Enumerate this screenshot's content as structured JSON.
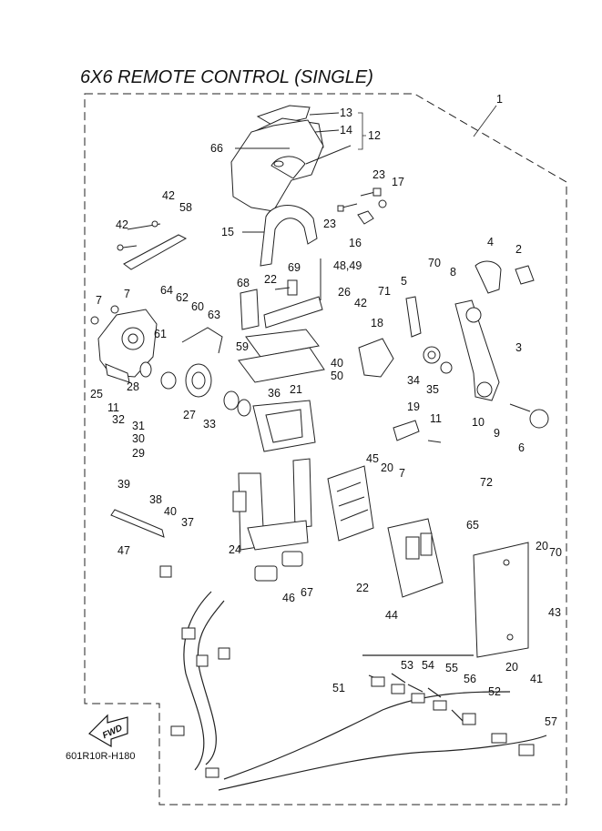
{
  "title": "6X6 REMOTE CONTROL (SINGLE)",
  "fwd_label": "FWD",
  "diagram_code": "601R10R-H180",
  "callouts": [
    {
      "id": "1",
      "label": "1"
    },
    {
      "id": "2",
      "label": "2"
    },
    {
      "id": "3",
      "label": "3"
    },
    {
      "id": "4",
      "label": "4"
    },
    {
      "id": "5",
      "label": "5"
    },
    {
      "id": "6",
      "label": "6"
    },
    {
      "id": "7a",
      "label": "7"
    },
    {
      "id": "7b",
      "label": "7"
    },
    {
      "id": "7c",
      "label": "7"
    },
    {
      "id": "8",
      "label": "8"
    },
    {
      "id": "9",
      "label": "9"
    },
    {
      "id": "10",
      "label": "10"
    },
    {
      "id": "11a",
      "label": "11"
    },
    {
      "id": "11b",
      "label": "11"
    },
    {
      "id": "12",
      "label": "12"
    },
    {
      "id": "13",
      "label": "13"
    },
    {
      "id": "14",
      "label": "14"
    },
    {
      "id": "15",
      "label": "15"
    },
    {
      "id": "16",
      "label": "16"
    },
    {
      "id": "17",
      "label": "17"
    },
    {
      "id": "18",
      "label": "18"
    },
    {
      "id": "19",
      "label": "19"
    },
    {
      "id": "20a",
      "label": "20"
    },
    {
      "id": "20b",
      "label": "20"
    },
    {
      "id": "20c",
      "label": "20"
    },
    {
      "id": "21",
      "label": "21"
    },
    {
      "id": "22a",
      "label": "22"
    },
    {
      "id": "22b",
      "label": "22"
    },
    {
      "id": "23a",
      "label": "23"
    },
    {
      "id": "23b",
      "label": "23"
    },
    {
      "id": "24",
      "label": "24"
    },
    {
      "id": "25",
      "label": "25"
    },
    {
      "id": "26",
      "label": "26"
    },
    {
      "id": "27",
      "label": "27"
    },
    {
      "id": "28",
      "label": "28"
    },
    {
      "id": "29",
      "label": "29"
    },
    {
      "id": "30",
      "label": "30"
    },
    {
      "id": "31",
      "label": "31"
    },
    {
      "id": "32",
      "label": "32"
    },
    {
      "id": "33",
      "label": "33"
    },
    {
      "id": "34",
      "label": "34"
    },
    {
      "id": "35",
      "label": "35"
    },
    {
      "id": "36",
      "label": "36"
    },
    {
      "id": "37",
      "label": "37"
    },
    {
      "id": "38",
      "label": "38"
    },
    {
      "id": "39",
      "label": "39"
    },
    {
      "id": "40a",
      "label": "40"
    },
    {
      "id": "40b",
      "label": "40"
    },
    {
      "id": "41",
      "label": "41"
    },
    {
      "id": "42a",
      "label": "42"
    },
    {
      "id": "42b",
      "label": "42"
    },
    {
      "id": "42c",
      "label": "42"
    },
    {
      "id": "43",
      "label": "43"
    },
    {
      "id": "44",
      "label": "44"
    },
    {
      "id": "45",
      "label": "45"
    },
    {
      "id": "46",
      "label": "46"
    },
    {
      "id": "47",
      "label": "47"
    },
    {
      "id": "48_49",
      "label": "48,49"
    },
    {
      "id": "50",
      "label": "50"
    },
    {
      "id": "51",
      "label": "51"
    },
    {
      "id": "52",
      "label": "52"
    },
    {
      "id": "53",
      "label": "53"
    },
    {
      "id": "54",
      "label": "54"
    },
    {
      "id": "55",
      "label": "55"
    },
    {
      "id": "56",
      "label": "56"
    },
    {
      "id": "57",
      "label": "57"
    },
    {
      "id": "58",
      "label": "58"
    },
    {
      "id": "59",
      "label": "59"
    },
    {
      "id": "60",
      "label": "60"
    },
    {
      "id": "61",
      "label": "61"
    },
    {
      "id": "62",
      "label": "62"
    },
    {
      "id": "63",
      "label": "63"
    },
    {
      "id": "64",
      "label": "64"
    },
    {
      "id": "65",
      "label": "65"
    },
    {
      "id": "66",
      "label": "66"
    },
    {
      "id": "67",
      "label": "67"
    },
    {
      "id": "68",
      "label": "68"
    },
    {
      "id": "69",
      "label": "69"
    },
    {
      "id": "70a",
      "label": "70"
    },
    {
      "id": "70b",
      "label": "70"
    },
    {
      "id": "71",
      "label": "71"
    },
    {
      "id": "72",
      "label": "72"
    }
  ]
}
